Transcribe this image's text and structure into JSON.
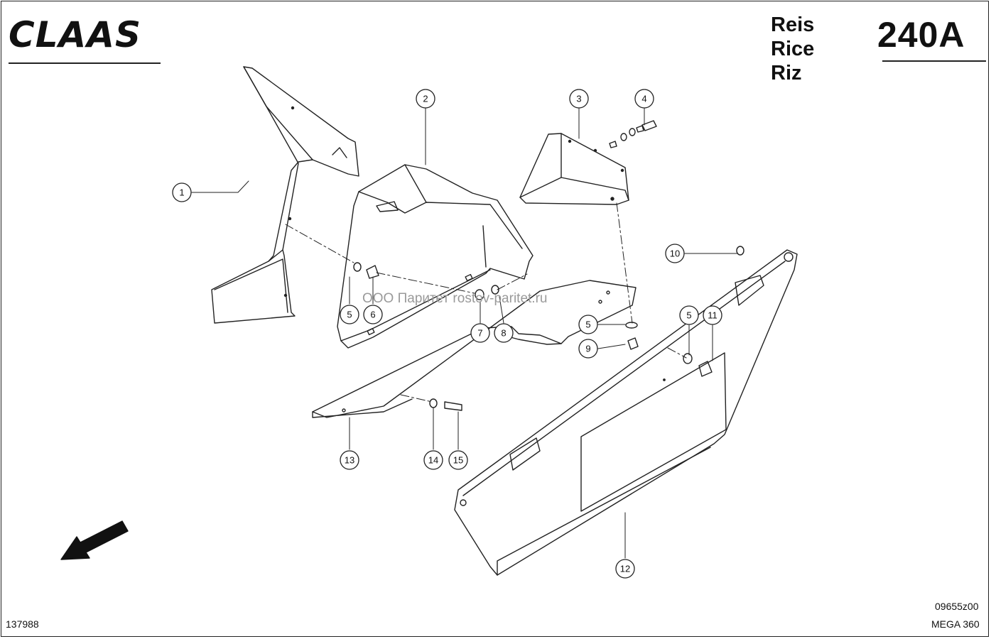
{
  "header": {
    "brand": "CLAAS",
    "titles": [
      "Reis",
      "Rice",
      "Riz"
    ],
    "page_number": "240A"
  },
  "watermark": "ООО Паритет   rostov-paritet.ru",
  "footer": {
    "left_code": "137988",
    "right_code": "09655z00",
    "model": "MEGA 360"
  },
  "callouts": [
    "1",
    "2",
    "3",
    "4",
    "5",
    "6",
    "7",
    "8",
    "5",
    "9",
    "10",
    "5",
    "11",
    "12",
    "13",
    "14",
    "15"
  ]
}
